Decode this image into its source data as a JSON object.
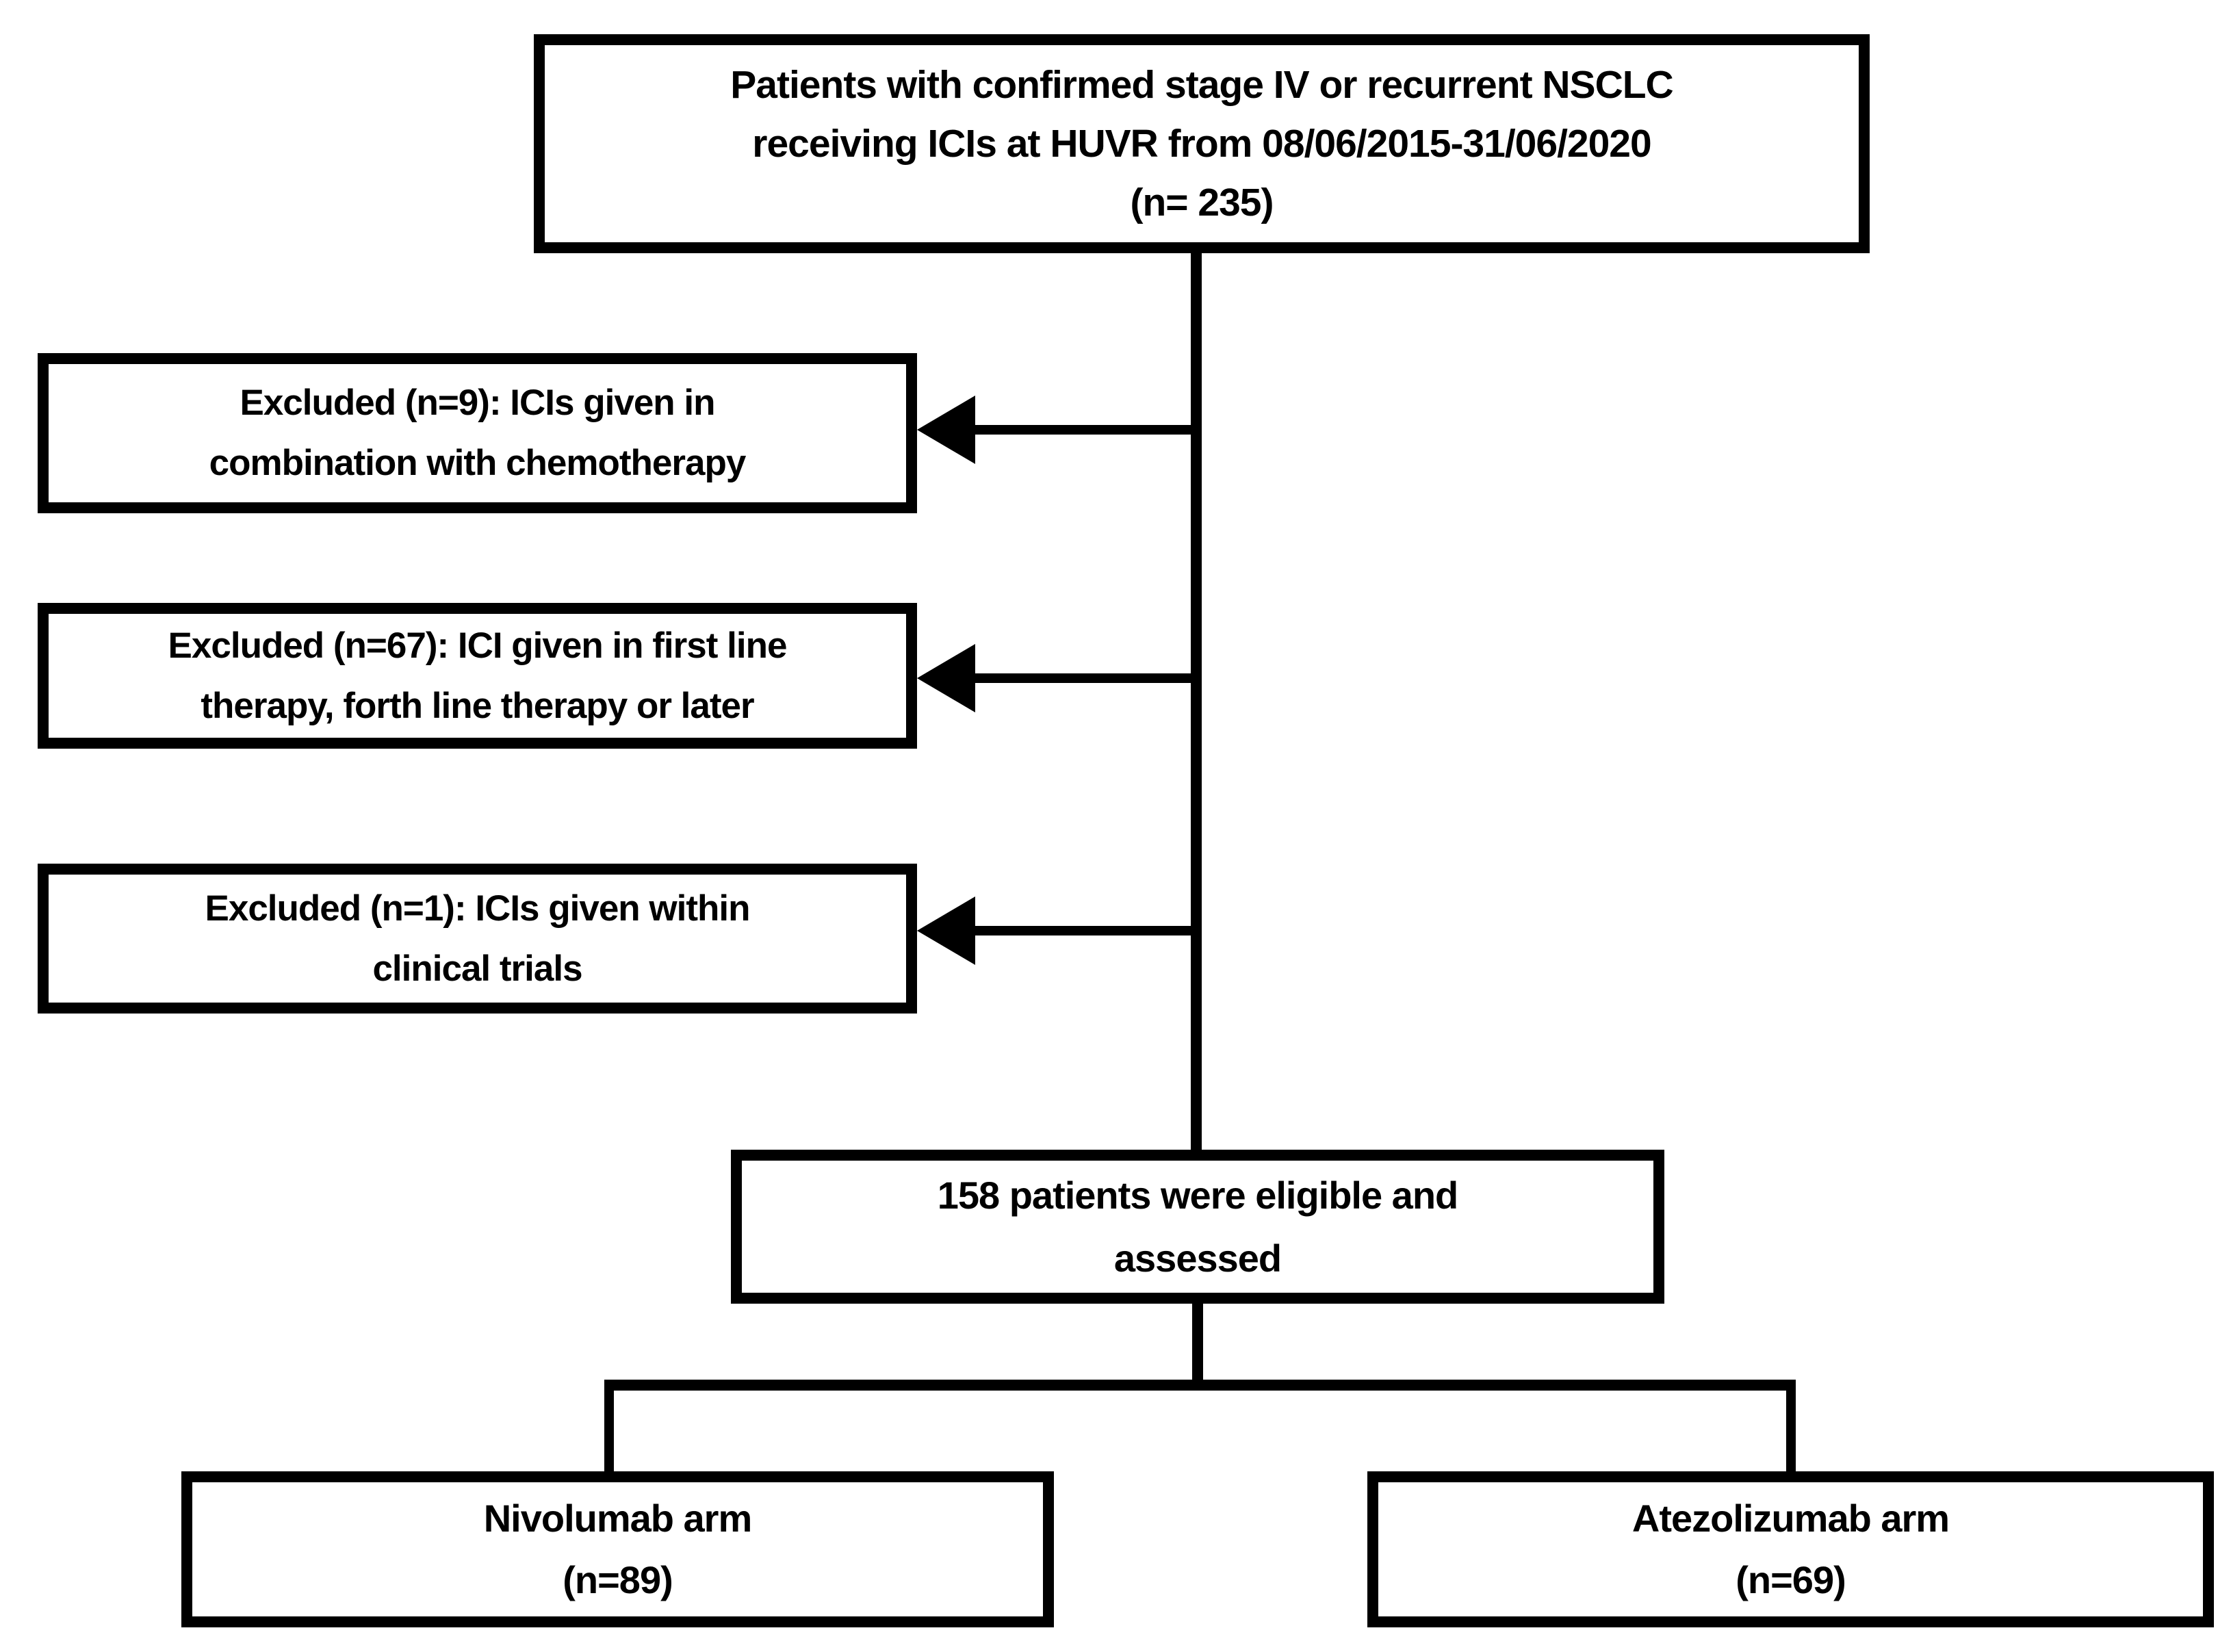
{
  "colors": {
    "line": "#000000",
    "background": "#ffffff",
    "box_fill": "#ffffff"
  },
  "icons": {
    "arrowhead": "left-pointing-solid-triangle"
  },
  "boxes": {
    "source": {
      "lines": [
        "Patients with confirmed stage IV or recurrent NSCLC",
        "receiving ICIs at HUVR from 08/06/2015-31/06/2020",
        "(n= 235)"
      ]
    },
    "excluded_chemo": {
      "lines": [
        "Excluded (n=9): ICIs given in",
        "combination with chemotherapy"
      ]
    },
    "excluded_treatment_line": {
      "lines": [
        "Excluded (n=67): ICI given in first line",
        "therapy, forth line therapy or later"
      ]
    },
    "excluded_trials": {
      "lines": [
        "Excluded (n=1): ICIs given within",
        "clinical trials"
      ]
    },
    "eligible": {
      "lines": [
        "158 patients were eligible and",
        "assessed"
      ]
    },
    "nivolumab_arm": {
      "lines": [
        "Nivolumab arm",
        "(n=89)"
      ]
    },
    "atezolizumab_arm": {
      "lines": [
        "Atezolizumab arm",
        "(n=69)"
      ]
    }
  }
}
